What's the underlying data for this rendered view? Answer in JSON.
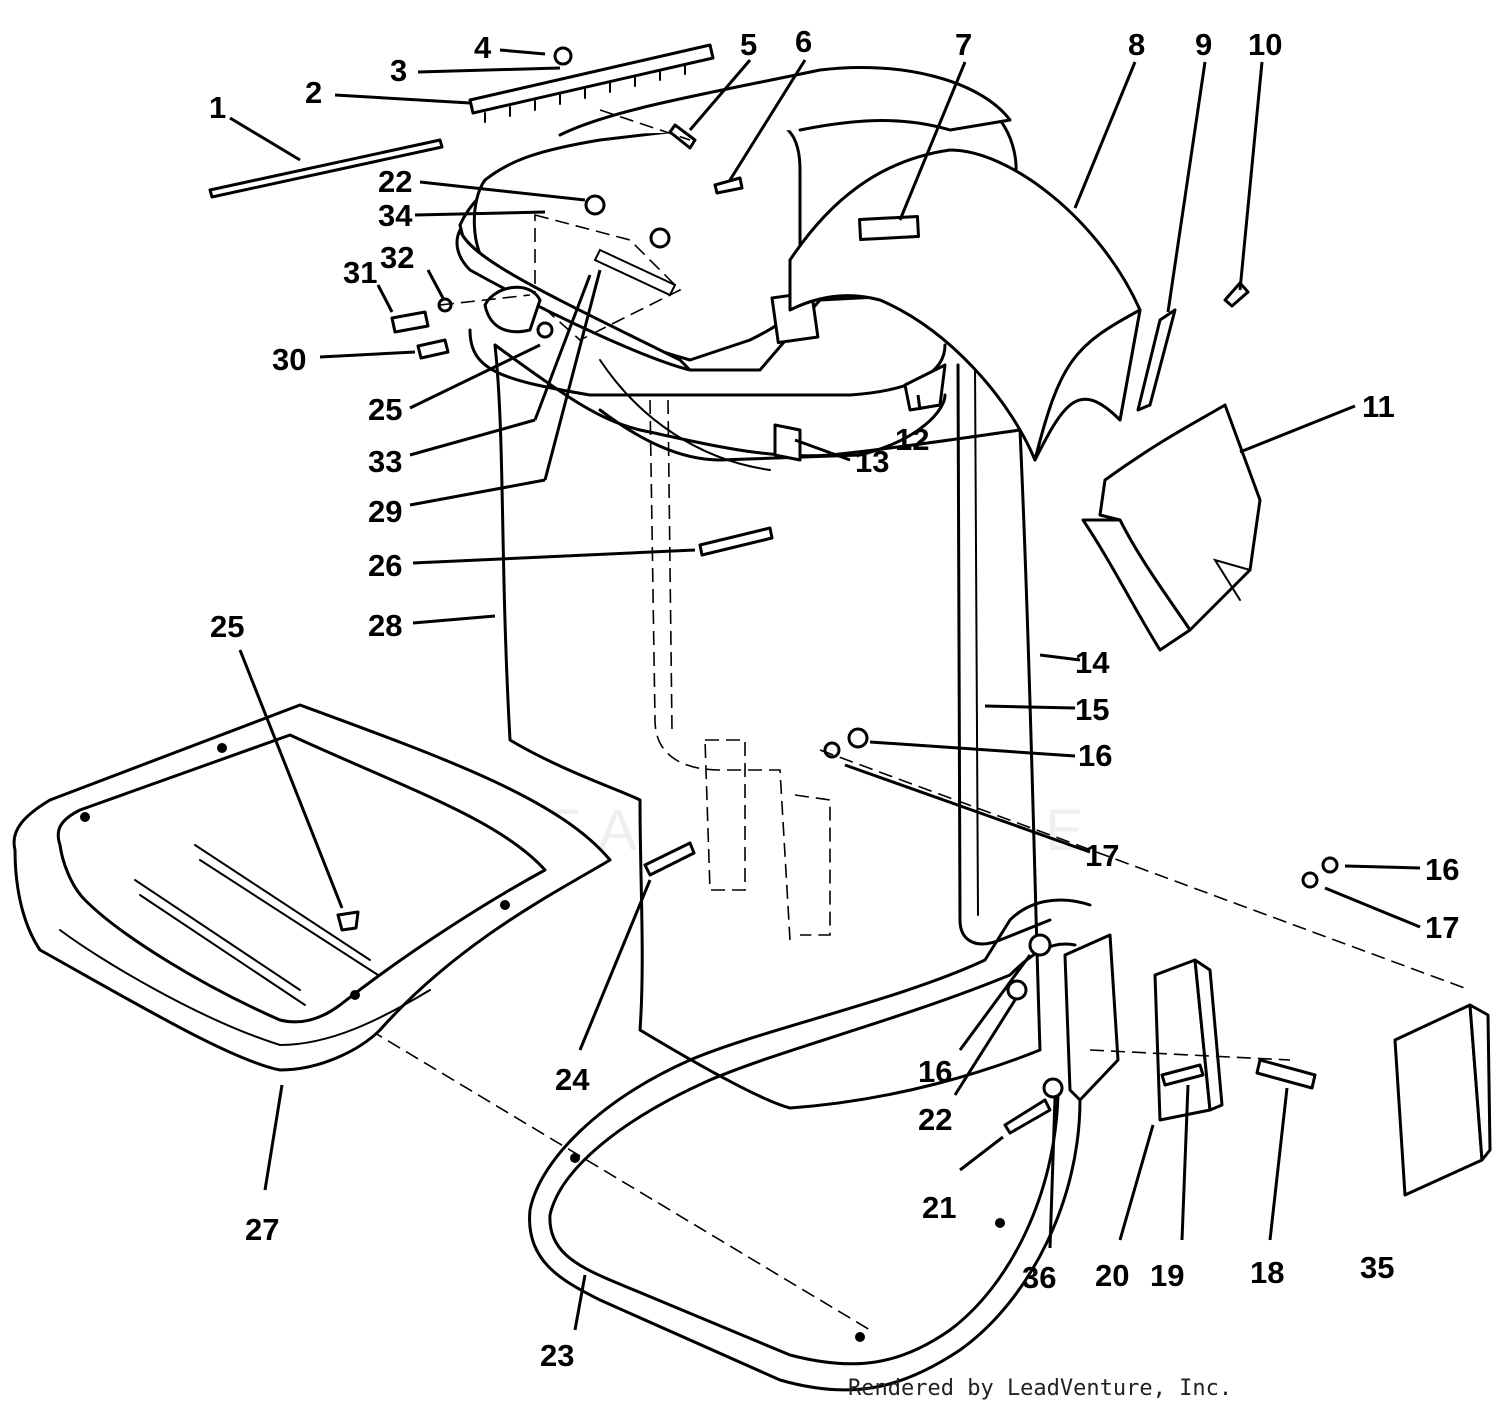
{
  "diagram": {
    "callouts": [
      "1",
      "2",
      "3",
      "4",
      "5",
      "6",
      "7",
      "8",
      "9",
      "10",
      "11",
      "12",
      "13",
      "14",
      "15",
      "16",
      "17",
      "18",
      "19",
      "20",
      "21",
      "22",
      "23",
      "24",
      "25",
      "26",
      "27",
      "28",
      "29",
      "30",
      "31",
      "32",
      "33",
      "34",
      "35",
      "36"
    ],
    "watermark": "LEADVENTURE",
    "credit": "Rendered by LeadVenture, Inc."
  }
}
